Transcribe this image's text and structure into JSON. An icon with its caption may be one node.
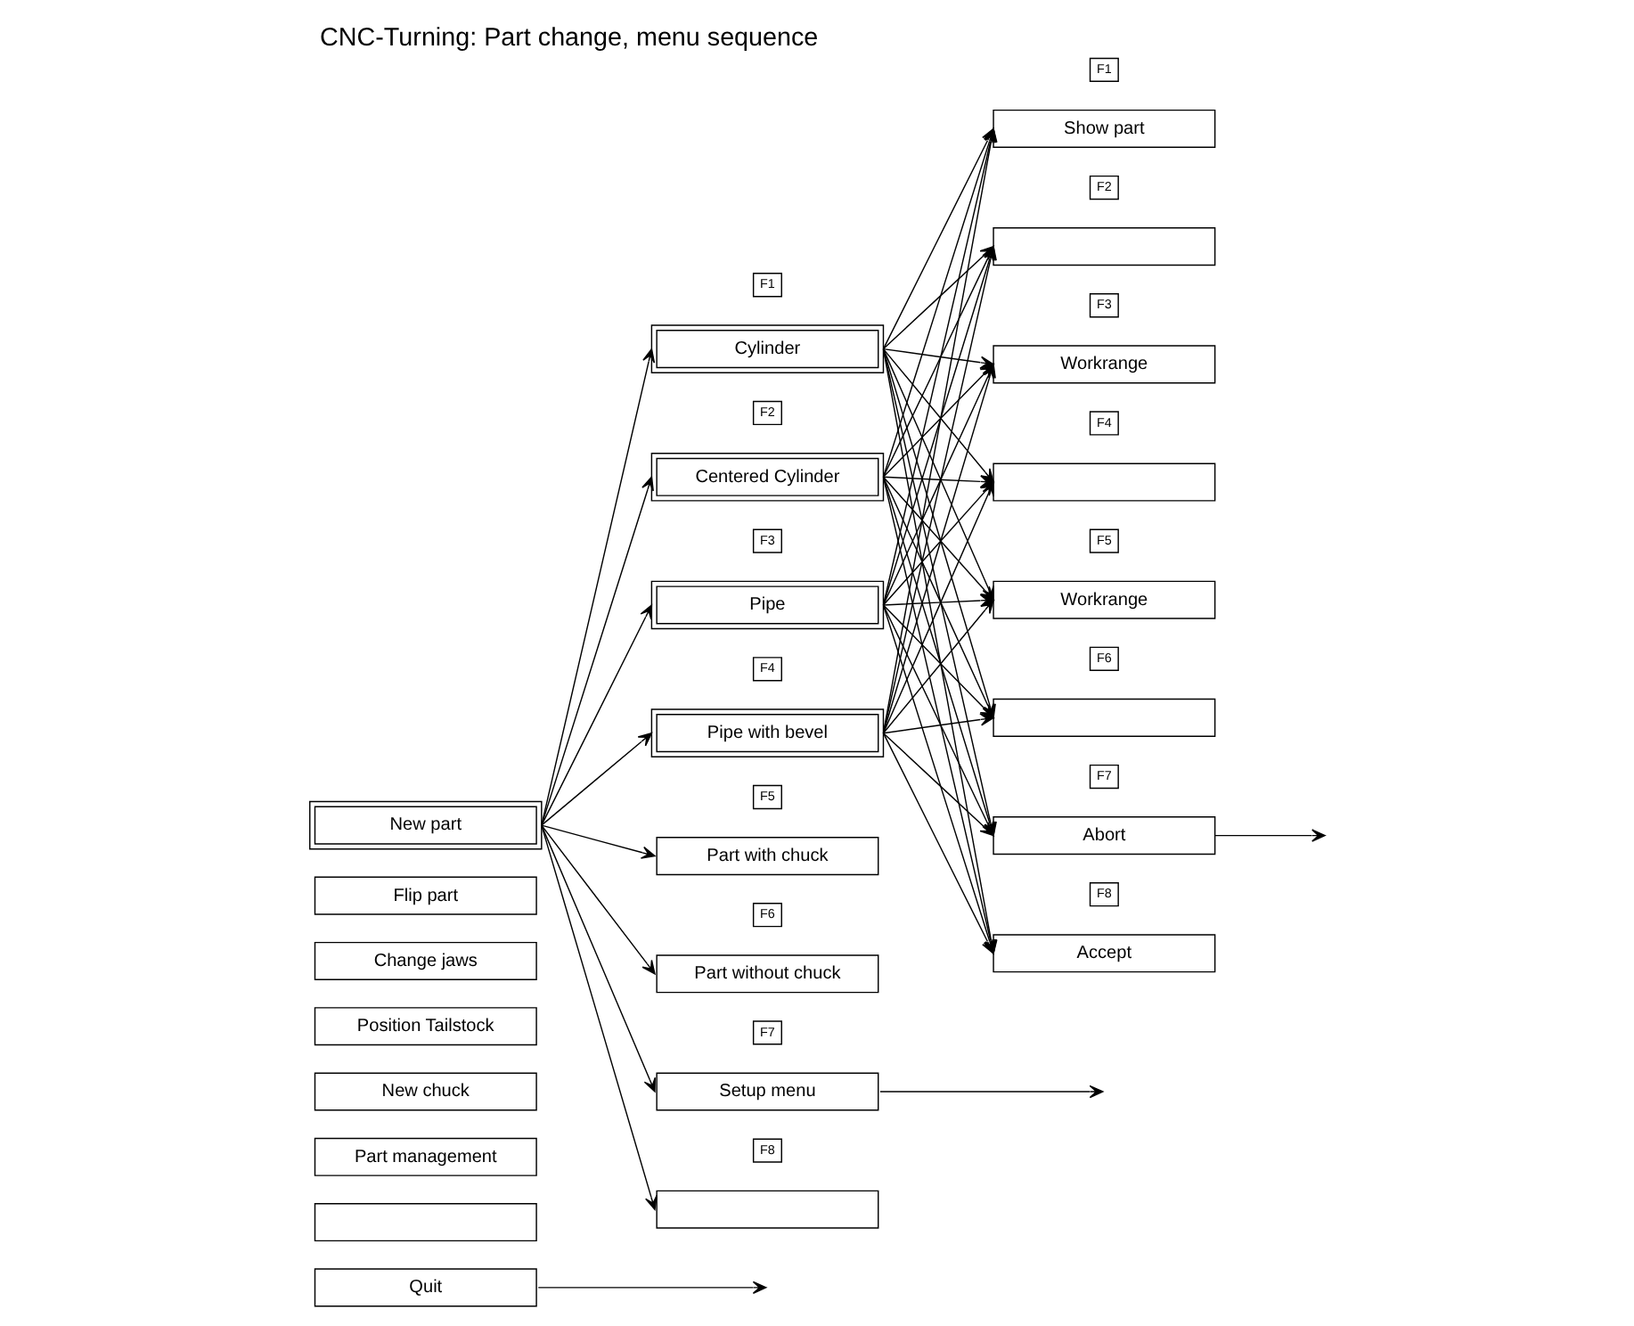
{
  "diagram": {
    "title": "CNC-Turning: Part change, menu sequence",
    "nodes": [
      {
        "text": [
          "New part"
        ]
      },
      {
        "text": [
          "Flip part"
        ]
      },
      {
        "text": [
          "Change jaws"
        ]
      },
      {
        "text": [
          "Position Tailstock"
        ]
      },
      {
        "text": [
          "New chuck"
        ]
      },
      {
        "text": [
          "Part management"
        ]
      },
      {
        "text": [],
        "shape": "box"
      },
      {
        "text": [
          "Quit"
        ]
      },
      {
        "text": [
          "Cylinder"
        ],
        "beside": [
          "F1"
        ]
      },
      {
        "text": [
          "Centered Cylinder"
        ],
        "beside": [
          "F2"
        ]
      },
      {
        "text": [
          "Pipe"
        ],
        "beside": [
          "F3"
        ]
      },
      {
        "text": [
          "Pipe with bevel"
        ],
        "beside": [
          "F4"
        ]
      },
      {
        "text": [
          "Part with chuck"
        ],
        "beside": [
          "F5"
        ]
      },
      {
        "text": [
          "Part without chuck"
        ],
        "beside": [
          "F6"
        ]
      },
      {
        "text": [
          "Setup menu"
        ],
        "beside": [
          "F7"
        ]
      },
      {
        "text": [],
        "shape": "box",
        "beside": [
          "F8"
        ]
      },
      {
        "text": [
          "Show part"
        ],
        "beside": [
          "F1"
        ]
      },
      {
        "text": [],
        "shape": "box",
        "beside": [
          "F2"
        ]
      },
      {
        "text": [
          "Workrange"
        ],
        "beside": [
          "F3"
        ]
      },
      {
        "text": [],
        "shape": "box",
        "beside": [
          "F4"
        ]
      },
      {
        "text": [
          "Workrange"
        ],
        "beside": [
          "F5"
        ]
      },
      {
        "text": [],
        "shape": "box",
        "beside": [
          "F6"
        ]
      },
      {
        "text": [
          "Abort"
        ],
        "beside": [
          "F7"
        ]
      },
      {
        "text": [
          "Accept"
        ],
        "beside": [
          "F8"
        ]
      }
    ],
    "edges": [
      {
        "from": 0,
        "to": 8,
        "arrow": "to"
      },
      {
        "from": 0,
        "to": 9,
        "arrow": "to"
      },
      {
        "from": 0,
        "to": 10,
        "arrow": "to"
      },
      {
        "from": 0,
        "to": 11,
        "arrow": "to"
      },
      {
        "from": 0,
        "to": 12,
        "arrow": "to"
      },
      {
        "from": 0,
        "to": 13,
        "arrow": "to"
      },
      {
        "from": 0,
        "to": 14,
        "arrow": "to"
      },
      {
        "from": 0,
        "to": 15,
        "arrow": "to"
      },
      {
        "from": 8,
        "to": 16,
        "arrow": "to"
      },
      {
        "from": 8,
        "to": 17,
        "arrow": "to"
      },
      {
        "from": 8,
        "to": 18,
        "arrow": "to"
      },
      {
        "from": 8,
        "to": 19,
        "arrow": "to"
      },
      {
        "from": 8,
        "to": 20,
        "arrow": "to"
      },
      {
        "from": 8,
        "to": 21,
        "arrow": "to"
      },
      {
        "from": 8,
        "to": 22,
        "arrow": "to"
      },
      {
        "from": 8,
        "to": 23,
        "arrow": "to"
      },
      {
        "from": 9,
        "to": 16,
        "arrow": "to"
      },
      {
        "from": 9,
        "to": 17,
        "arrow": "to"
      },
      {
        "from": 9,
        "to": 18,
        "arrow": "to"
      },
      {
        "from": 9,
        "to": 19,
        "arrow": "to"
      },
      {
        "from": 9,
        "to": 20,
        "arrow": "to"
      },
      {
        "from": 9,
        "to": 21,
        "arrow": "to"
      },
      {
        "from": 9,
        "to": 22,
        "arrow": "to"
      },
      {
        "from": 9,
        "to": 23,
        "arrow": "to"
      },
      {
        "from": 10,
        "to": 16,
        "arrow": "to"
      },
      {
        "from": 10,
        "to": 17,
        "arrow": "to"
      },
      {
        "from": 10,
        "to": 18,
        "arrow": "to"
      },
      {
        "from": 10,
        "to": 19,
        "arrow": "to"
      },
      {
        "from": 10,
        "to": 20,
        "arrow": "to"
      },
      {
        "from": 10,
        "to": 21,
        "arrow": "to"
      },
      {
        "from": 10,
        "to": 22,
        "arrow": "to"
      },
      {
        "from": 10,
        "to": 23,
        "arrow": "to"
      },
      {
        "from": 11,
        "to": 16,
        "arrow": "to"
      },
      {
        "from": 11,
        "to": 17,
        "arrow": "to"
      },
      {
        "from": 11,
        "to": 18,
        "arrow": "to"
      },
      {
        "from": 11,
        "to": 19,
        "arrow": "to"
      },
      {
        "from": 11,
        "to": 20,
        "arrow": "to"
      },
      {
        "from": 11,
        "to": 21,
        "arrow": "to"
      },
      {
        "from": 11,
        "to": 22,
        "arrow": "to"
      },
      {
        "from": 11,
        "to": 23,
        "arrow": "to"
      },
      {
        "from": 7,
        "to": null,
        "arrow": "to"
      },
      {
        "from": 14,
        "to": null,
        "arrow": "to"
      },
      {
        "from": 22,
        "to": null,
        "arrow": "to"
      }
    ]
  }
}
